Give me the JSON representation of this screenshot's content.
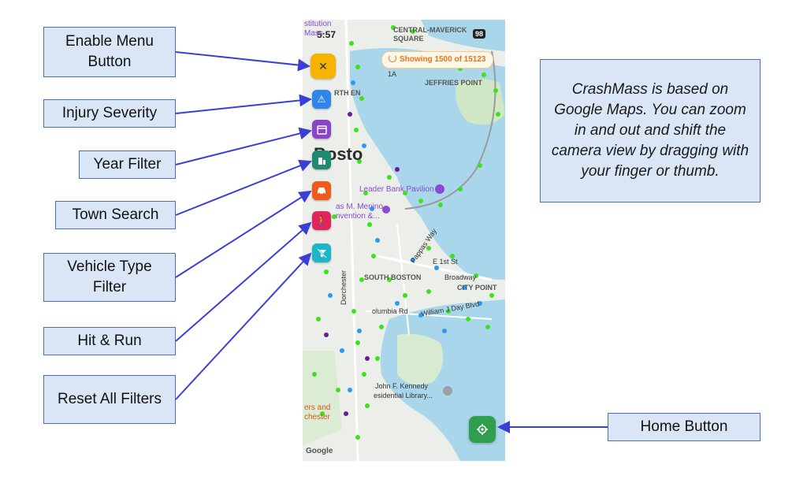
{
  "callouts": {
    "enable_menu": "Enable Menu Button",
    "injury_severity": "Injury Severity",
    "year_filter": "Year Filter",
    "town_search": "Town Search",
    "vehicle_type": "Vehicle Type Filter",
    "hit_run": "Hit & Run",
    "reset_filters": "Reset All Filters",
    "home_button": "Home Button"
  },
  "info_text": "CrashMass is based on Google Maps.  You can zoom in and out and shift the camera view by dragging with your finger or thumb.",
  "phone": {
    "time": "5:57",
    "battery": "98",
    "status_pill": "Showing 1500 of 15123",
    "google": "Google"
  },
  "map_labels": {
    "institution": "stitution",
    "mass": "Mass",
    "central_maverick": "CENTRAL-MAVERICK",
    "square": "SQUARE",
    "route_1a": "1A",
    "jeffries_point": "JEFFRIES POINT",
    "north_end": "RTH EN",
    "boston": "Bosto",
    "leader_bank": "Leader Bank Pavilion",
    "menino": "as M. Menino",
    "convention": "nvention &...",
    "broadway_street": "Broadway",
    "pappas": "Pappas Way",
    "e1st": "E 1st St",
    "south_boston": "SOUTH BOSTON",
    "city_point": "CITY POINT",
    "columbia": "olumbia Rd",
    "william_day": "William J Day Blvd",
    "dorchester": "Dorchester",
    "jfk": "John F. Kennedy",
    "jfk2": "esidential Library...",
    "ers_and": "ers and",
    "chester": "chester"
  },
  "icons": {
    "enable_menu": "close-icon",
    "injury": "warning-icon",
    "year": "calendar-icon",
    "town": "building-icon",
    "vehicle": "car-icon",
    "hit_run": "pedestrian-icon",
    "reset": "filter-off-icon",
    "home": "locate-icon"
  },
  "colors": {
    "callout_bg": "#dae6f5",
    "callout_border": "#4a6fae",
    "arrow": "#3b3fd6",
    "water": "#a9d6ea",
    "enable_menu": "#f5b400",
    "injury": "#2f86e8",
    "year": "#8a44c9",
    "town": "#1e8a6e",
    "vehicle": "#ef5a1e",
    "hit_run": "#e0245c",
    "reset": "#1fb5c9",
    "home": "#2f9e4f"
  }
}
